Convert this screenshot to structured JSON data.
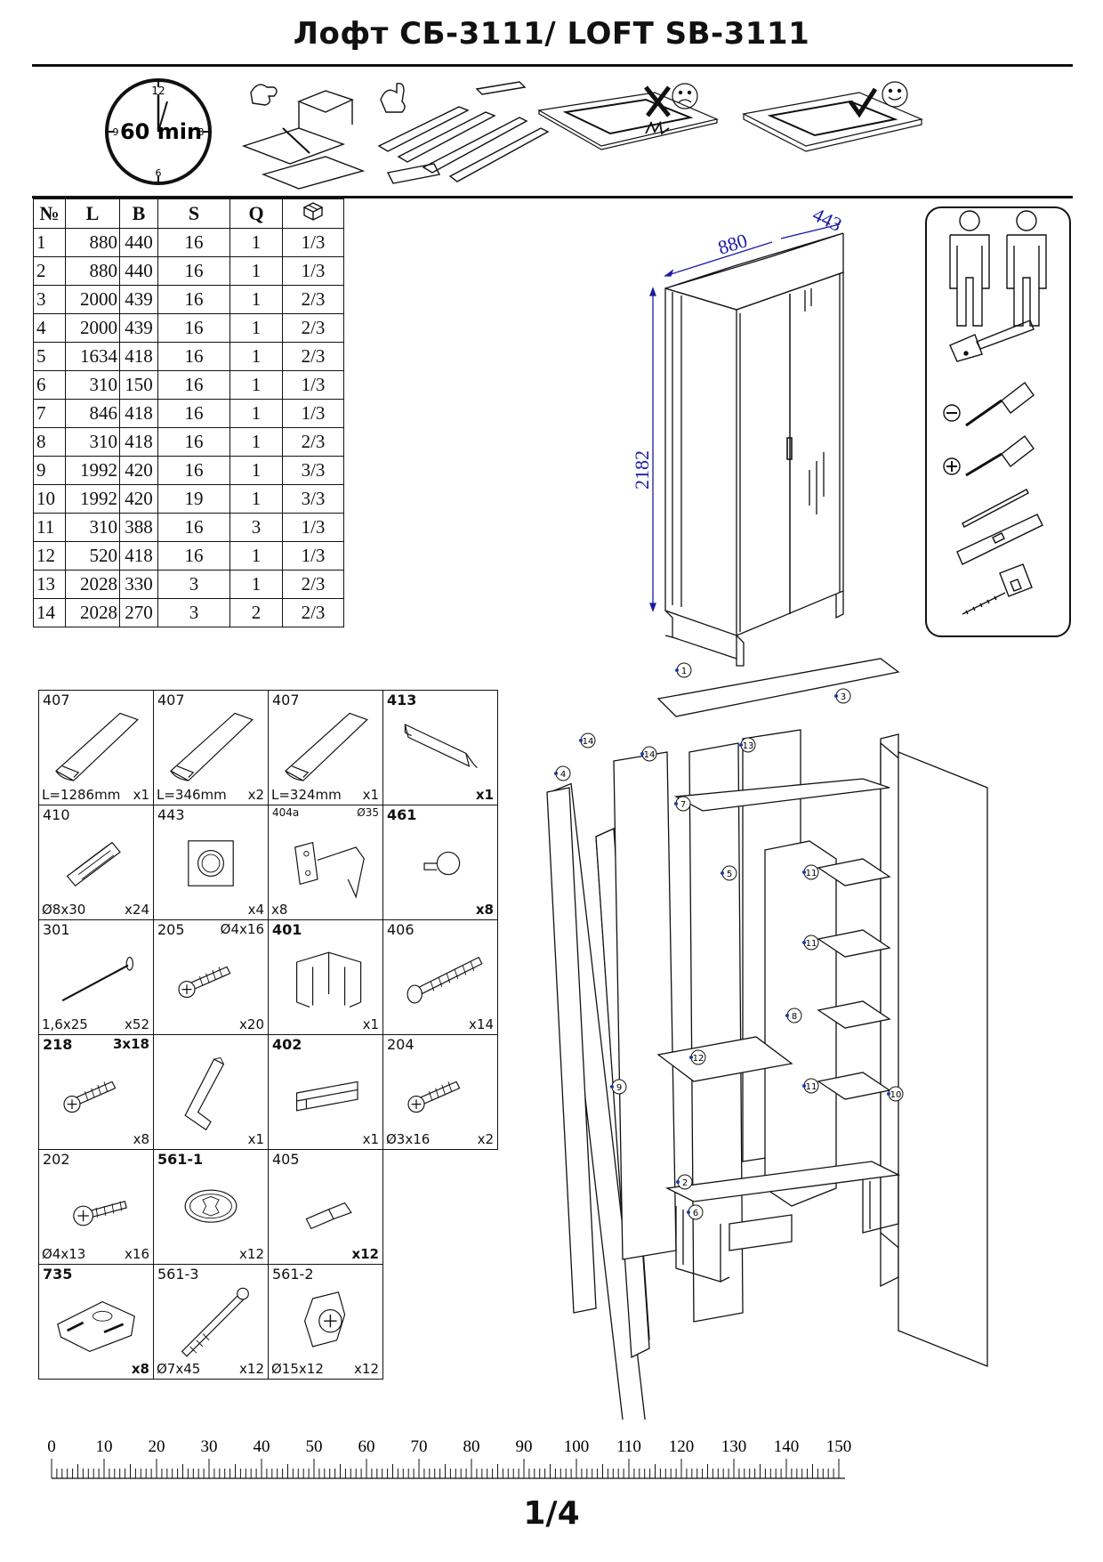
{
  "title": "Лофт СБ-3111/ LOFT SB-3111",
  "header_icons": {
    "clock_label": "60 min",
    "clock_numbers": [
      "12",
      "3",
      "6",
      "9"
    ],
    "items": [
      "clock-icon",
      "unpack-wrong-icon",
      "unpack-right-icon",
      "hard-floor-wrong-icon",
      "soft-mat-right-icon"
    ]
  },
  "parts_table": {
    "headers": [
      "№",
      "L",
      "B",
      "S",
      "Q"
    ],
    "box_header_icon": "package-icon",
    "rows": [
      [
        "1",
        "880",
        "440",
        "16",
        "1",
        "1/3"
      ],
      [
        "2",
        "880",
        "440",
        "16",
        "1",
        "1/3"
      ],
      [
        "3",
        "2000",
        "439",
        "16",
        "1",
        "2/3"
      ],
      [
        "4",
        "2000",
        "439",
        "16",
        "1",
        "2/3"
      ],
      [
        "5",
        "1634",
        "418",
        "16",
        "1",
        "2/3"
      ],
      [
        "6",
        "310",
        "150",
        "16",
        "1",
        "1/3"
      ],
      [
        "7",
        "846",
        "418",
        "16",
        "1",
        "1/3"
      ],
      [
        "8",
        "310",
        "418",
        "16",
        "1",
        "2/3"
      ],
      [
        "9",
        "1992",
        "420",
        "16",
        "1",
        "3/3"
      ],
      [
        "10",
        "1992",
        "420",
        "19",
        "1",
        "3/3"
      ],
      [
        "11",
        "310",
        "388",
        "16",
        "3",
        "1/3"
      ],
      [
        "12",
        "520",
        "418",
        "16",
        "1",
        "1/3"
      ],
      [
        "13",
        "2028",
        "330",
        "3",
        "1",
        "2/3"
      ],
      [
        "14",
        "2028",
        "270",
        "3",
        "2",
        "2/3"
      ]
    ]
  },
  "dimensions": {
    "width": "880",
    "depth": "443",
    "height": "2182"
  },
  "tools": [
    "two-people-icon",
    "hammer-icon",
    "flat-screwdriver-icon",
    "phillips-screwdriver-icon",
    "pencil-level-icon",
    "tape-measure-icon"
  ],
  "hardware": [
    [
      {
        "code": "407",
        "size": "L=1286mm",
        "qty": "x1",
        "icon": "profile-strip-icon"
      },
      {
        "code": "407",
        "size": "L=346mm",
        "qty": "x2",
        "icon": "profile-strip-icon"
      },
      {
        "code": "407",
        "size": "L=324mm",
        "qty": "x1",
        "icon": "profile-strip-icon"
      },
      {
        "code": "413",
        "code_bold": true,
        "qty": "x1",
        "qty_bold": true,
        "icon": "hanging-rail-icon"
      }
    ],
    [
      {
        "code": "410",
        "size": "Ø8x30",
        "qty": "x24",
        "icon": "dowel-icon"
      },
      {
        "code": "443",
        "qty": "x4",
        "icon": "bumper-pad-icon"
      },
      {
        "code": "404a",
        "spec": "Ø35",
        "size": "x8",
        "icon": "hinge-icon",
        "small": true
      },
      {
        "code": "461",
        "code_bold": true,
        "qty": "x8",
        "qty_bold": true,
        "icon": "knob-icon"
      }
    ],
    [
      {
        "code": "301",
        "size": "1,6x25",
        "qty": "x52",
        "icon": "nail-icon"
      },
      {
        "code": "205",
        "spec": "Ø4x16",
        "qty": "x20",
        "icon": "screw-icon"
      },
      {
        "code": "401",
        "code_bold": true,
        "qty": "x1",
        "icon": "metal-leg-icon"
      },
      {
        "code": "406",
        "qty": "x14",
        "icon": "confirmat-screw-icon"
      }
    ],
    [
      {
        "code": "218",
        "code_bold": true,
        "spec": "3x18",
        "spec_bold": true,
        "qty": "x8",
        "icon": "screw-icon"
      },
      {
        "qty": "x1",
        "icon": "allen-key-icon"
      },
      {
        "code": "402",
        "code_bold": true,
        "qty": "x1",
        "icon": "handle-icon"
      },
      {
        "code": "204",
        "size": "Ø3x16",
        "qty": "x2",
        "icon": "screw-icon"
      }
    ],
    [
      {
        "code": "202",
        "size": "Ø4x13",
        "qty": "x16",
        "icon": "flat-screw-icon"
      },
      {
        "code": "561-1",
        "code_bold": true,
        "qty": "x12",
        "icon": "cam-cover-icon"
      },
      {
        "code": "405",
        "qty": "x12",
        "qty_bold": true,
        "icon": "shelf-pin-icon"
      },
      null
    ],
    [
      {
        "code": "735",
        "code_bold": true,
        "qty": "x8",
        "qty_bold": true,
        "icon": "hinge-plate-icon"
      },
      {
        "code": "561-3",
        "size": "Ø7x45",
        "qty": "x12",
        "icon": "cam-bolt-icon"
      },
      {
        "code": "561-2",
        "size": "Ø15x12",
        "qty": "x12",
        "icon": "cam-lock-icon"
      },
      null
    ]
  ],
  "exploded_labels": [
    "1",
    "2",
    "3",
    "4",
    "5",
    "6",
    "7",
    "8",
    "9",
    "10",
    "11",
    "11",
    "11",
    "12",
    "13",
    "14",
    "14"
  ],
  "ruler": {
    "labels": [
      "0",
      "10",
      "20",
      "30",
      "40",
      "50",
      "60",
      "70",
      "80",
      "90",
      "100",
      "110",
      "120",
      "130",
      "140",
      "150"
    ]
  },
  "page": "1/4",
  "colors": {
    "ink": "#111111",
    "dimension": "#1a1aa8",
    "marker": "#1a3aa8"
  }
}
